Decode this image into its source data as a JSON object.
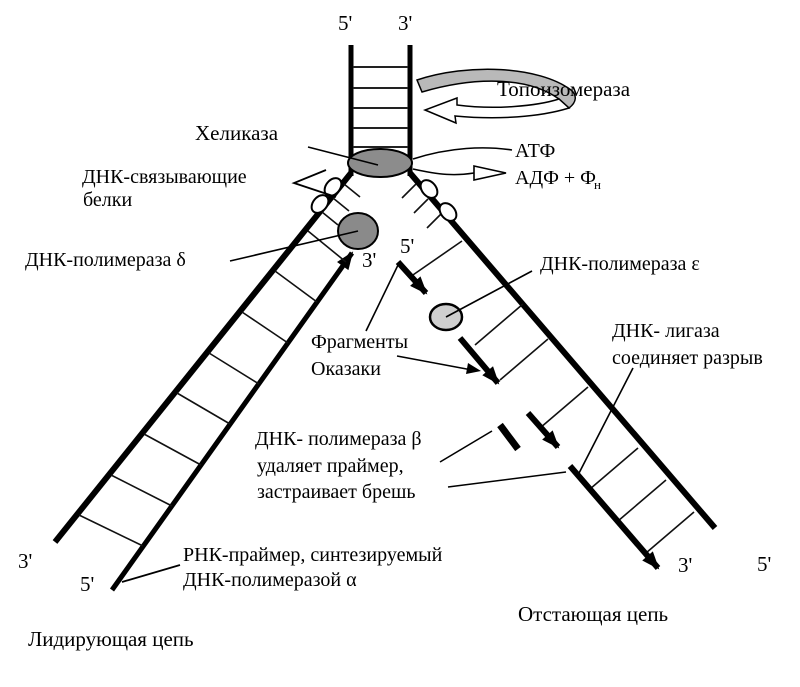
{
  "diagram": {
    "labels": {
      "topoisomerase": "Топоизомераза",
      "helicase": "Хеликаза",
      "dna_binding_1": "ДНК-связывающие",
      "dna_binding_2": "белки",
      "pol_delta": "ДНК-полимераза δ",
      "atp": "АТФ",
      "adp": "АДФ + Ф",
      "adp_sub": "н",
      "pol_epsilon": "ДНК-полимераза ε",
      "okazaki_1": "Фрагменты",
      "okazaki_2": "Оказаки",
      "ligase_1": "ДНК- лигаза",
      "ligase_2": "соединяет разрыв",
      "pol_beta_1": "ДНК- полимераза β",
      "pol_beta_2": "удаляет праймер,",
      "pol_beta_3": "застраивает брешь",
      "rna_primer_1": "РНК-праймер, синтезируемый",
      "rna_primer_2": "ДНК-полимеразой α",
      "leading_strand": "Лидирующая цепь",
      "lagging_strand": "Отстающая цепь"
    },
    "ends": {
      "top_5": "5'",
      "top_3": "3'",
      "leading_inner_3": "3'",
      "okazaki_5": "5'",
      "bottom_left_3": "3'",
      "bottom_left_5": "5'",
      "bottom_right_3": "3'",
      "bottom_right_5": "5'"
    },
    "colors": {
      "line": "#000000",
      "helicase_fill": "#8c8c8c",
      "pol_delta_fill": "#8a8a8a",
      "pol_epsilon_fill": "#cfcfcf",
      "topo_band_fill": "#b9b9b9",
      "ssb_fill": "#ffffff"
    }
  }
}
